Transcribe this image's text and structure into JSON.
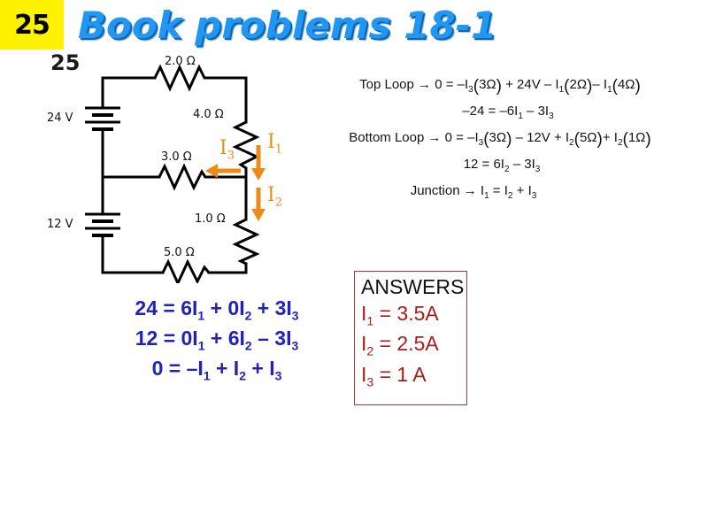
{
  "header": {
    "badge_number": "25",
    "title": "Book problems 18-1",
    "title_color": "#2196F3",
    "badge_color": "#FFF200"
  },
  "problem": {
    "number": "25"
  },
  "circuit": {
    "resistors": [
      {
        "name": "r-top",
        "label": "2.0 Ω"
      },
      {
        "name": "r-right-upper",
        "label": "4.0 Ω"
      },
      {
        "name": "r-middle",
        "label": "3.0 Ω"
      },
      {
        "name": "r-right-lower",
        "label": "1.0 Ω"
      },
      {
        "name": "r-bottom",
        "label": "5.0 Ω"
      }
    ],
    "batteries": [
      {
        "name": "battery-24v",
        "label": "24 V"
      },
      {
        "name": "battery-12v",
        "label": "12 V"
      }
    ],
    "currents": [
      {
        "name": "current-i1",
        "label": "I",
        "sub": "1",
        "direction": "down",
        "color": "#ED8B16"
      },
      {
        "name": "current-i2",
        "label": "I",
        "sub": "2",
        "direction": "down",
        "color": "#ED8B16"
      },
      {
        "name": "current-i3",
        "label": "I",
        "sub": "3",
        "direction": "left",
        "color": "#ED8B16"
      }
    ]
  },
  "loop_equations": {
    "top_loop": {
      "prefix": "Top Loop",
      "arrow": "→",
      "body_1": "0 = –I",
      "sub_1": "3",
      "body_2": "3Ω",
      "body_3": "+ 24V – I",
      "sub_2": "1",
      "body_4": "2Ω",
      "body_5": "– I",
      "sub_3": "1",
      "body_6": "4Ω"
    },
    "top_loop_reduced": {
      "body_1": "–24 = –6I",
      "sub_1": "1",
      "body_2": " – 3I",
      "sub_2": "3"
    },
    "bottom_loop": {
      "prefix": "Bottom Loop",
      "arrow": "→",
      "body_1": "0 = –I",
      "sub_1": "3",
      "body_2": "3Ω",
      "body_3": "– 12V + I",
      "sub_2": "2",
      "body_4": "5Ω",
      "body_5": "+ I",
      "sub_3": "2",
      "body_6": "1Ω"
    },
    "bottom_loop_reduced": {
      "body_1": "12 = 6I",
      "sub_1": "2",
      "body_2": " – 3I",
      "sub_2": "3"
    },
    "junction": {
      "prefix": "Junction",
      "arrow": "→",
      "body_1": "I",
      "sub_1": "1",
      "body_2": " = I",
      "sub_2": "2",
      "body_3": " + I",
      "sub_3": "3"
    }
  },
  "system_equations": [
    {
      "name": "system-eq-1",
      "a": "24 = 6I",
      "s1": "1",
      "b": " + 0I",
      "s2": "2",
      "c": " + 3I",
      "s3": "3"
    },
    {
      "name": "system-eq-2",
      "a": "12 = 0I",
      "s1": "1",
      "b": " + 6I",
      "s2": "2",
      "c": " – 3I",
      "s3": "3"
    },
    {
      "name": "system-eq-3",
      "a": "0 = –I",
      "s1": "1",
      "b": " + I",
      "s2": "2",
      "c": " + I",
      "s3": "3"
    }
  ],
  "answers": {
    "title": "ANSWERS",
    "border_color": "#9E3B33",
    "value_color": "#A52019",
    "rows": [
      {
        "name": "answer-i1",
        "sym": "I",
        "sub": "1",
        "val": " = 3.5A"
      },
      {
        "name": "answer-i2",
        "sym": "I",
        "sub": "2",
        "val": " = 2.5A"
      },
      {
        "name": "answer-i3",
        "sym": "I",
        "sub": "3",
        "val": " = 1 A"
      }
    ]
  }
}
